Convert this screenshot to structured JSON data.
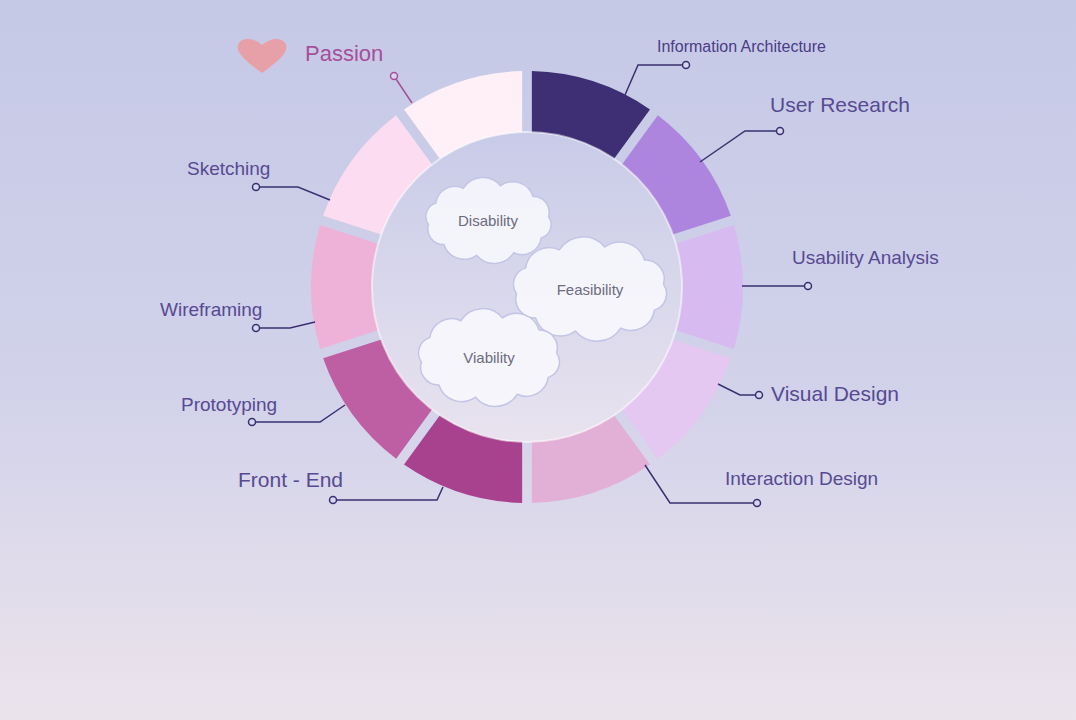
{
  "diagram": {
    "nodes": [
      {
        "text": [
          "Disability"
        ]
      },
      {
        "text": [
          "Feasibility"
        ]
      },
      {
        "text": [
          "Viability"
        ]
      }
    ],
    "labels": [
      "Passion",
      "Information Architecture",
      "User Research",
      "Usability Analysis",
      "Visual Design",
      "Interaction Design",
      "Front - End",
      "Prototyping",
      "Wireframing",
      "Sketching"
    ]
  }
}
